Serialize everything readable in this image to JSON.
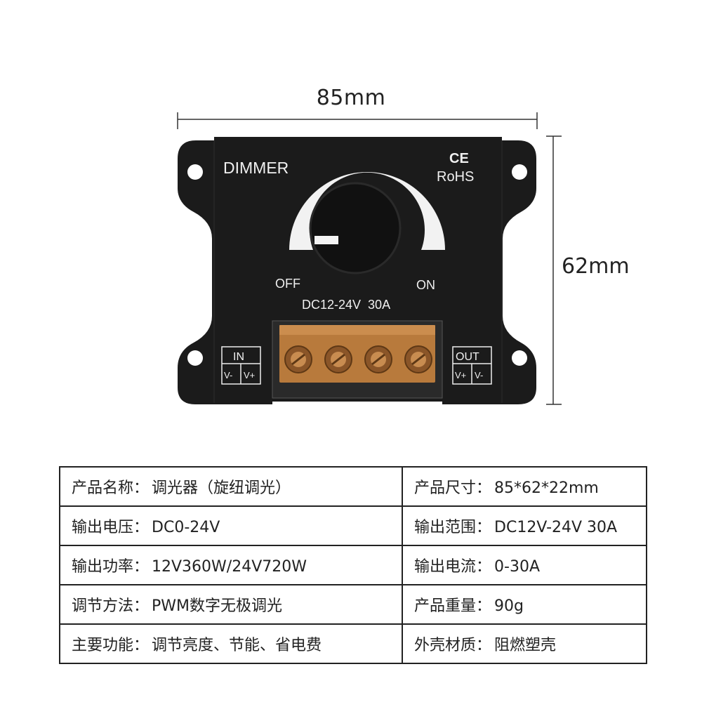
{
  "dimensions": {
    "width": "85mm",
    "height": "62mm"
  },
  "device": {
    "title": "DIMMER",
    "ce_mark": "CE",
    "rohs": "RoHS",
    "off_label": "OFF",
    "on_label": "ON",
    "rating": "DC12-24V  30A",
    "in_label": "IN",
    "in_terminals": [
      "V-",
      "V+"
    ],
    "out_label": "OUT",
    "out_terminals": [
      "V+",
      "V-"
    ]
  },
  "specs": [
    [
      {
        "label": "产品名称：",
        "value": "调光器（旋纽调光）"
      },
      {
        "label": "产品尺寸：",
        "value": "85*62*22mm"
      }
    ],
    [
      {
        "label": "输出电压：",
        "value": "DC0-24V"
      },
      {
        "label": "输出范围：",
        "value": "DC12V-24V 30A"
      }
    ],
    [
      {
        "label": "输出功率：",
        "value": "12V360W/24V720W"
      },
      {
        "label": "输出电流：",
        "value": "0-30A"
      }
    ],
    [
      {
        "label": "调节方法：",
        "value": "PWM数字无极调光"
      },
      {
        "label": "产品重量：",
        "value": "90g"
      }
    ],
    [
      {
        "label": "主要功能：",
        "value": "调节亮度、节能、省电费"
      },
      {
        "label": "外壳材质：",
        "value": "阻燃塑壳"
      }
    ]
  ],
  "colors": {
    "body": "#1b1b1b",
    "terminal": "#b87a3c",
    "knob_arc": "#f2f2f2"
  }
}
